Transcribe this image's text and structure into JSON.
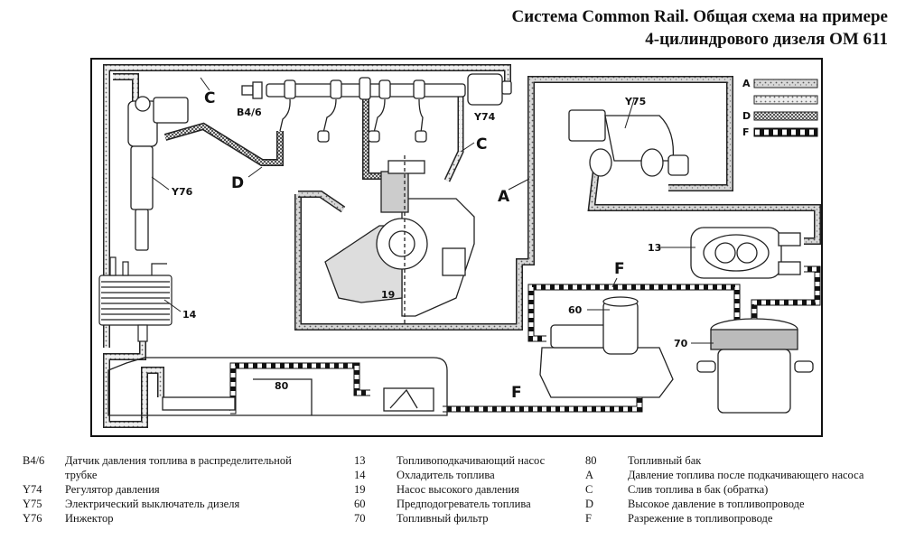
{
  "title": {
    "line1": "Система Common Rail. Общая схема на примере",
    "line2": "4-цилиндрового дизеля ОМ 611"
  },
  "diagram": {
    "callouts": {
      "b4_6": "B4/6",
      "y74": "Y74",
      "y75": "Y75",
      "y76": "Y76",
      "c_top": "C",
      "c_pump": "C",
      "d": "D",
      "a": "A",
      "f_upper": "F",
      "f_lower": "F",
      "n13": "13",
      "n14": "14",
      "n19": "19",
      "n60": "60",
      "n70": "70",
      "n80": "80"
    },
    "line_legend": [
      {
        "key": "A",
        "pattern": "speckled-light"
      },
      {
        "key": "",
        "pattern": "speckled-dotted"
      },
      {
        "key": "D",
        "pattern": "dense-crosshatch"
      },
      {
        "key": "F",
        "pattern": "black-white-checker"
      }
    ]
  },
  "legend": {
    "col1": [
      {
        "code": "B4/6",
        "desc": "Датчик давления топлива в распределительной",
        "desc2": "трубке"
      },
      {
        "code": "Y74",
        "desc": "Регулятор давления"
      },
      {
        "code": "Y75",
        "desc": "Электрический выключатель дизеля"
      },
      {
        "code": "Y76",
        "desc": "Инжектор"
      }
    ],
    "col2": [
      {
        "code": "13",
        "desc": "Топливоподкачивающий насос"
      },
      {
        "code": "14",
        "desc": "Охладитель топлива"
      },
      {
        "code": "19",
        "desc": "Насос высокого давления"
      },
      {
        "code": "60",
        "desc": "Предподогреватель топлива"
      },
      {
        "code": "70",
        "desc": "Топливный фильтр"
      }
    ],
    "col3": [
      {
        "code": "80",
        "desc": "Топливный бак"
      },
      {
        "code": "A",
        "desc": "Давление топлива после подкачивающего насоса"
      },
      {
        "code": "C",
        "desc": "Слив топлива в бак (обратка)"
      },
      {
        "code": "D",
        "desc": "Высокое давление в топливопроводе"
      },
      {
        "code": "F",
        "desc": "Разрежение в топливопроводе"
      }
    ]
  }
}
